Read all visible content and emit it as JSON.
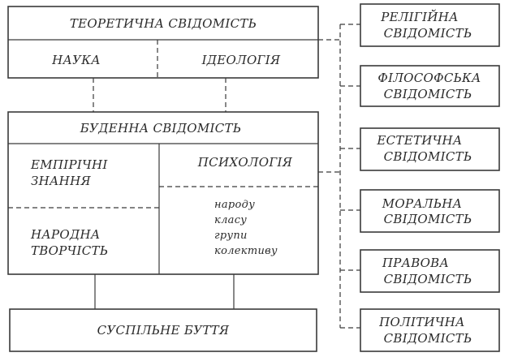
{
  "theoretical": {
    "title": "ТЕОРЕТИЧНА СВІДОМІСТЬ",
    "science": "НАУКА",
    "ideology": "ІДЕОЛОГІЯ"
  },
  "everyday": {
    "title": "БУДЕННА СВІДОМІСТЬ",
    "empirical_line1": "ЕМПІРІЧНІ",
    "empirical_line2": "ЗНАННЯ",
    "folk_line1": "НАРОДНА",
    "folk_line2": "ТВОРЧІСТЬ",
    "psychology": "ПСИХОЛОГІЯ",
    "psychology_items": [
      "народу",
      "класу",
      "групи",
      "колективу"
    ]
  },
  "social_being": "СУСПІЛЬНЕ БУТТЯ",
  "forms": [
    {
      "line1": "РЕЛІГІЙНА",
      "line2": "СВІДОМІСТЬ"
    },
    {
      "line1": "ФІЛОСОФСЬКА",
      "line2": "СВІДОМІСТЬ"
    },
    {
      "line1": "ЕСТЕТИЧНА",
      "line2": "СВІДОМІСТЬ"
    },
    {
      "line1": "МОРАЛЬНА",
      "line2": "СВІДОМІСТЬ"
    },
    {
      "line1": "ПРАВОВА",
      "line2": "СВІДОМІСТЬ"
    },
    {
      "line1": "ПОЛІТИЧНА",
      "line2": "СВІДОМІСТЬ"
    }
  ]
}
